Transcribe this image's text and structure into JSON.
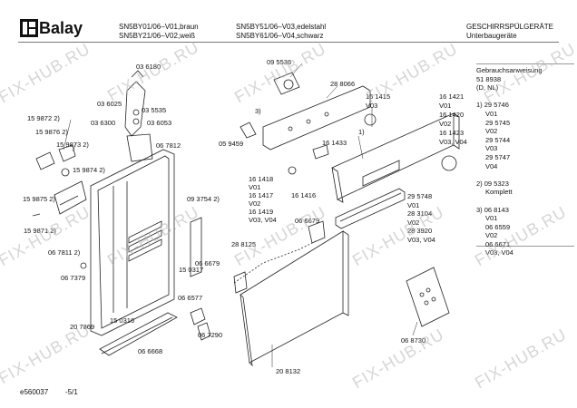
{
  "brand": {
    "name": "Balay"
  },
  "header": {
    "models_col1": [
      "SN5BY01/06–V01,braun",
      "SN5BY21/06–V02,weiß"
    ],
    "models_col2": [
      "SN5BY51/06–V03,edelstahl",
      "SN5BY61/06–V04,schwarz"
    ],
    "category": "GESCHIRRSPÜLGERÄTE",
    "subcategory": "Unterbaugeräte"
  },
  "notes": [
    "Gebrauchsanweisung",
    "51 8938",
    "(D, NL)",
    "",
    "1) 29 5746",
    "    V01",
    "    29 5745",
    "    V02",
    "    29 5744",
    "    V03",
    "    29 5747",
    "    V04",
    "",
    "2) 09 5323",
    "    Komplett",
    "",
    "3) 06 8143",
    "    V01",
    "    06 6559",
    "    V02",
    "    06 6671",
    "    V03, V04"
  ],
  "parts": {
    "p036180": "03 6180",
    "p036025": "03 6025",
    "p035535": "03 5535",
    "p036300": "03 6300",
    "p036053": "03 6053",
    "p159872": "15 9872 2)",
    "p159876": "15 9876 2)",
    "p159873": "15 9873 2)",
    "p159874": "15 9874 2)",
    "p067812": "06 7812",
    "p159875": "15 9875 2)",
    "p159871": "15 9871 2)",
    "p067811": "06 7811 2)",
    "p067379": "06 7379",
    "p093754": "09 3754 2)",
    "p150317": "15 0317",
    "p150316": "15 0316",
    "p207869": "20 7869",
    "p066668": "06 6668",
    "p066577": "06 6577",
    "p067290": "06 7290",
    "p066679a": "06 6679",
    "p066679b": "06 6679",
    "p288125": "28 8125",
    "p095536": "09 5536",
    "p288066": "28 8066",
    "p059459": "05 9459",
    "p3": "3)",
    "p1": "1)",
    "p161415": "16 1415",
    "p161415v": "V03",
    "p161433": "16 1433",
    "p161418": "16 1418",
    "p161418v": "V01",
    "p161417": "16 1417",
    "p161417v": "V02",
    "p161419": "16 1419",
    "p161419v": "V03, V04",
    "p161416": "16 1416",
    "p161421": "16 1421",
    "p161421v": "V01",
    "p161420": "16 1420",
    "p161420v": "V02",
    "p161423": "16 1423",
    "p161423v": "V03, V04",
    "p295748": "29 5748",
    "p295748v": "V01",
    "p283104": "28 3104",
    "p283104v": "V02",
    "p283920": "28 3920",
    "p283920v": "V03, V04",
    "p208132": "20 8132",
    "p068730": "06 8730"
  },
  "footer": {
    "left": "e560037",
    "page": "-5/1"
  },
  "watermark": "FIX-HUB.RU"
}
